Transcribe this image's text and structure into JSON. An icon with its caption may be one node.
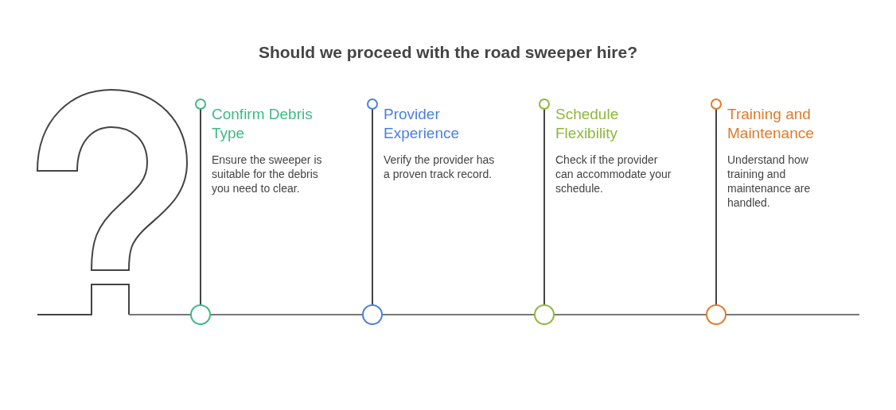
{
  "diagram": {
    "title": "Should we proceed with the road sweeper hire?",
    "nodes": [
      {
        "text": [
          "Confirm Debris Type",
          "Ensure the sweeper is suitable for the debris you need to clear."
        ]
      },
      {
        "text": [
          "Provider Experience",
          "Verify the provider has a proven track record."
        ]
      },
      {
        "text": [
          "Schedule Flexibility",
          "Check if the provider can accommodate your schedule."
        ]
      },
      {
        "text": [
          "Training and Maintenance",
          "Understand how training and maintenance are handled."
        ]
      }
    ]
  }
}
